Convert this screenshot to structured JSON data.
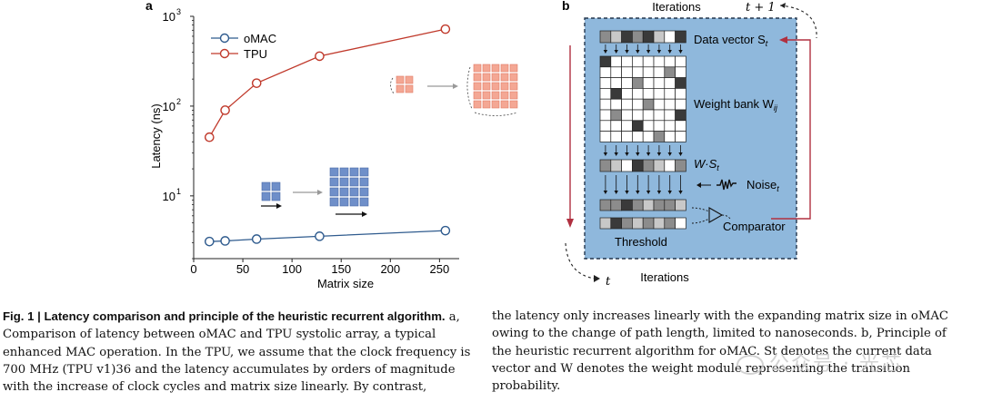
{
  "panel_a": {
    "label": "a",
    "chart_data": {
      "type": "line",
      "xlabel": "Matrix size",
      "ylabel": "Latency (ns)",
      "xlim": [
        0,
        270
      ],
      "ylim": [
        2,
        1000
      ],
      "yscale": "log",
      "xticks": [
        0,
        50,
        100,
        150,
        200,
        250
      ],
      "yticks": [
        10,
        100,
        1000
      ],
      "ytick_labels": [
        {
          "base": "10",
          "exp": "1"
        },
        {
          "base": "10",
          "exp": "2"
        },
        {
          "base": "10",
          "exp": "3"
        }
      ],
      "legend_position": "top-left",
      "series": [
        {
          "name": "oMAC",
          "color": "#2f5b8e",
          "x": [
            16,
            32,
            64,
            128,
            256
          ],
          "y": [
            3.1,
            3.15,
            3.3,
            3.55,
            4.1
          ]
        },
        {
          "name": "TPU",
          "color": "#c0392b",
          "x": [
            16,
            32,
            64,
            128,
            256
          ],
          "y": [
            45,
            90,
            180,
            360,
            720
          ]
        }
      ]
    }
  },
  "panel_b": {
    "label": "b",
    "top_label": "Iterations",
    "bottom_label": "Iterations",
    "t_plus_1": "t + 1",
    "t": "t",
    "data_vector": "Data vector S",
    "data_vector_sub": "t",
    "weight_bank": "Weight bank W",
    "weight_bank_sub": "ij",
    "ws": "W·S",
    "ws_sub": "t",
    "noise": "Noise",
    "noise_sub": "t",
    "threshold": "Threshold",
    "comparator": "Comparator",
    "box_color": "#8fb8dc",
    "arrow_color": "#b03040"
  },
  "caption": {
    "fig_label": "Fig. 1 | Latency comparison and principle of the heuristic recurrent algorithm.",
    "left_rest": " a, Comparison of latency between oMAC and TPU systolic array, a typical enhanced MAC operation. In the TPU, we assume that the clock frequency is 700 MHz (TPU v1)36 and the latency accumulates by orders of magnitude with the increase of clock cycles and matrix size linearly. By contrast,",
    "right": "the latency only increases linearly with the expanding matrix size in oMAC owing to the change of path length, limited to nanoseconds. b, Principle of the heuristic recurrent algorithm for oMAC. St denotes the current data vector and W denotes the weight module representing the transition probability.",
    "watermark": "公众号 · 光芯"
  }
}
